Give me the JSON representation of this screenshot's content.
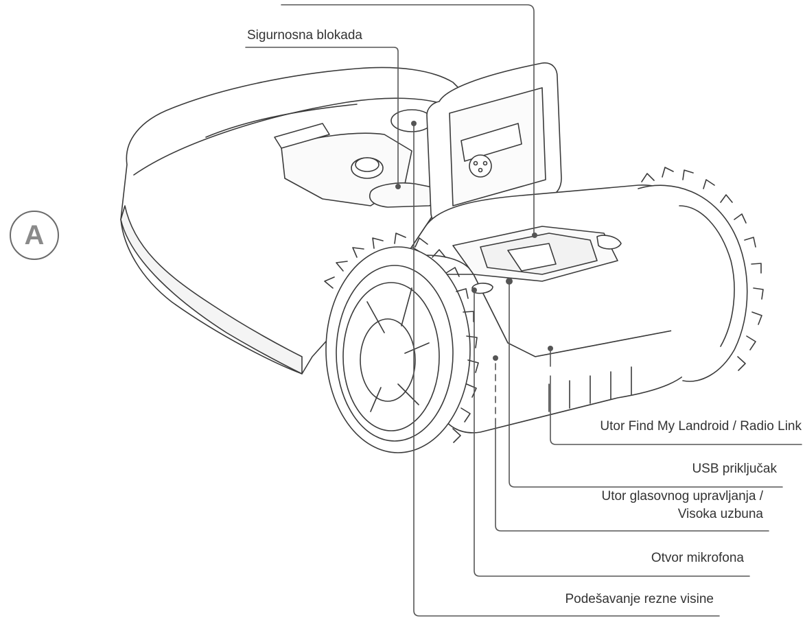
{
  "figure": {
    "badge": "A",
    "callouts": {
      "security_lock": "Sigurnosna blokada",
      "find_my_landroid": "Utor Find My Landroid / Radio Link",
      "usb_port": "USB priključak",
      "voice_control_line1": "Utor glasovnog upravljanja /",
      "voice_control_line2": "Visoka uzbuna",
      "microphone": "Otvor mikrofona",
      "cutting_height": "Podešavanje rezne visine"
    },
    "colors": {
      "line": "#555555",
      "text": "#333333",
      "outline": "#3a3a3a"
    }
  }
}
